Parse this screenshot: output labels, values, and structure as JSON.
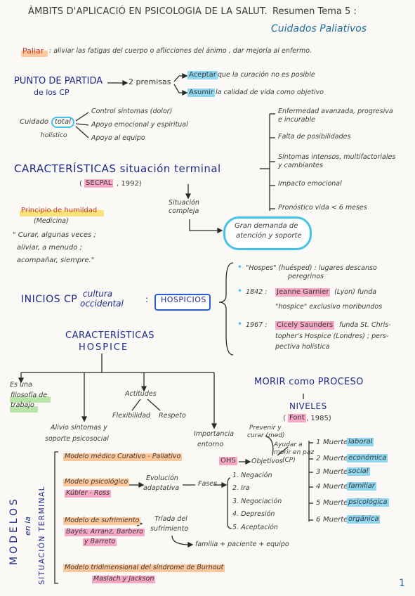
{
  "header": {
    "title": "ÀMBITS D'APLICACIÓ EN PSICOLOGIA DE LA SALUT.",
    "resumen": "Resumen Tema 5 :",
    "subtitle": "Cuidados Paliativos"
  },
  "paliar": {
    "label": "Paliar",
    "text": ": aliviar las fatigas del cuerpo o aflicciones del ánimo , dar mejoría al enfermo."
  },
  "punto": {
    "title1": "PUNTO DE PARTIDA",
    "title2": "de los CP",
    "premisas": "2 premisas",
    "p1_hl": "Aceptar",
    "p1": "que la curación no es posible",
    "p2_hl": "Asumir",
    "p2": "la calidad de vida como objetivo"
  },
  "cuidado": {
    "label": "Cuidado",
    "total": "total",
    "holistico": "holístico",
    "items": [
      "Control síntomas  (dolor)",
      "Apoyo emocional y espiritual",
      "Apoyo al equipo"
    ]
  },
  "caracteristicas": {
    "title": "CARACTERÍSTICAS situación terminal",
    "source_hl": "SECPAL",
    "source": ", 1992)",
    "open": "(",
    "items": [
      "Enfermedad avanzada, progresiva",
      "e incurable",
      "Falta de posibilidades",
      "Síntomas intensos, multifactoriales",
      "y cambiantes",
      "Impacto emocional",
      "Pronóstico vida < 6 meses"
    ]
  },
  "situacion": {
    "line1": "Situación",
    "line2": "compleja",
    "cloud1": "Gran demanda de",
    "cloud2": "atención y soporte"
  },
  "humildad": {
    "title": "Principio de humildad",
    "sub": "(Medicina)",
    "q1": "\" Curar, algunas veces ;",
    "q2": "aliviar, a menudo ;",
    "q3": "acompañar, siempre.\""
  },
  "inicios": {
    "label": "INICIOS CP",
    "cultura1": "cultura",
    "cultura2": "occidental",
    "colon": ":",
    "box": "HOSPICIOS",
    "items": [
      {
        "bullet": "•",
        "pre": "\"Hospes\" (huésped) : lugares descanso",
        "line2": "peregrinos"
      },
      {
        "bullet": "•",
        "pre": "1842 :",
        "hl": "Jeanne Garnier",
        "post": "(Lyon) funda",
        "line2": "\"hospice\" exclusivo moribundos"
      },
      {
        "bullet": "•",
        "pre": "1967 :",
        "hl": "Cicely Saunders",
        "post": "funda St. Chris-",
        "line2": "topher's Hospice (Londres) ; pers-",
        "line3": "pectiva holística"
      }
    ]
  },
  "hospice": {
    "title1": "CARACTERÍSTICAS",
    "title2": "HOSPICE",
    "es_una": "Es una",
    "filosofia1": "filosofía de",
    "filosofia2": "trabajo",
    "actitudes": "Actitudes",
    "flex": "Flexibilidad",
    "respeto": "Respeto",
    "alivio1": "Alivio síntomas y",
    "alivio2": "soporte psicosocial",
    "imp1": "Importancia",
    "imp2": "entorno"
  },
  "morir": {
    "title": "MORIR como PROCESO",
    "niveles": "NIVELES",
    "source_hl": "Font",
    "source": ", 1985)",
    "open": "(",
    "levels": [
      {
        "n": "1",
        "pre": "Muerte",
        "hl": "laboral"
      },
      {
        "n": "2",
        "pre": "Muerte",
        "hl": "económica"
      },
      {
        "n": "3",
        "pre": "Muerte",
        "hl": "social"
      },
      {
        "n": "4",
        "pre": "Muerte",
        "hl": "familiar"
      },
      {
        "n": "5",
        "pre": "Muerte",
        "hl": "psicológica"
      },
      {
        "n": "6",
        "pre": "Muerte",
        "hl": "orgánica"
      }
    ]
  },
  "modelos": {
    "side1": "MODELOS",
    "side2": "en la",
    "side3": "SITUACIÓN TERMINAL",
    "m1": "Modelo médico Curativo - Paliativo",
    "ohs": "OHS",
    "objetivos": "Objetivos",
    "prev1": "Prevenir y",
    "prev2": "curar (med)",
    "ayudar1": "Ayudar a",
    "ayudar2": "morir en paz",
    "ayudar3": "(CP)",
    "m2a": "Modelo psicológico",
    "m2b": "Kübler - Ross",
    "evol1": "Evolución",
    "evol2": "adaptativa",
    "fases": "Fases",
    "phases": [
      "1. Negación",
      "2. Ira",
      "3. Negociación",
      "4. Depresión",
      "5. Aceptación"
    ],
    "m3a": "Modelo de sufrimiento",
    "m3b": "Bayés, Arranz, Barbero",
    "m3c": "y Barreto",
    "triada1": "Tríada del",
    "triada2": "sufrimiento",
    "triada3": "familia + paciente + equipo",
    "m4a": "Modelo tridimensional del síndrome de Burnout",
    "m4b": "Maslach y Jackson"
  },
  "page_number": "1",
  "colors": {
    "navy": "#1e2a8c",
    "teal": "#1f6f9e",
    "red": "#c0392b",
    "orange": "#ffc89a",
    "blue": "#8fd6f0",
    "pink": "#f7a8c6",
    "yellow": "#f9e37a",
    "green": "#b9e6a8"
  }
}
